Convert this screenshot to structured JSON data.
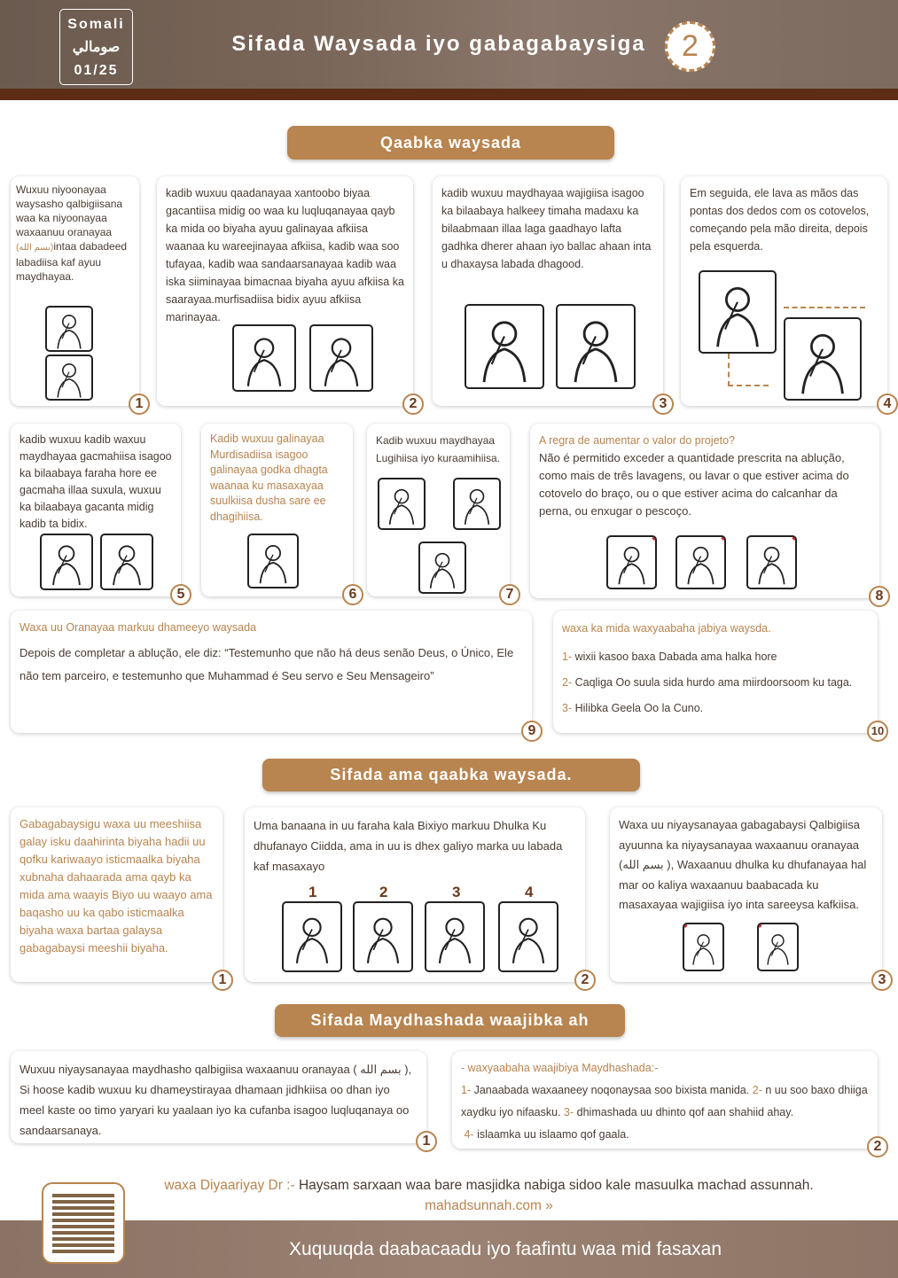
{
  "header": {
    "language_en": "Somali",
    "language_ar": "صومالي",
    "page": "01/25",
    "title": "Sifada Waysada iyo gabagabaysiga",
    "part": "2"
  },
  "sections": [
    {
      "title": "Qaabka waysada",
      "cards": [
        {
          "n": "1",
          "text_before": "Wuxuu niyoonayaa waysasho qalbigiisana waa ka niyoonayaa waxaanuu oranayaa ",
          "arabic": "(بسم الله)",
          "text_after": "intaa dabadeed labadiisa kaf ayuu maydhayaa."
        },
        {
          "n": "2",
          "text": "kadib wuxuu qaadanayaa xantoobo biyaa gacantiisa midig oo waa ku luqluqanayaa qayb ka mida oo biyaha ayuu galinayaa afkiisa waanaa ku wareejinayaa afkiisa, kadib waa soo tufayaa, kadib waa sandaarsanayaa kadib waa iska siiminayaa bimacnaa biyaha ayuu afkiisa ka saarayaa.murfisadiisa bidix ayuu afkiisa marinayaa."
        },
        {
          "n": "3",
          "text": "kadib wuxuu maydhayaa wajigiisa isagoo ka bilaabaya halkeey timaha madaxu ka bilaabmaan illaa laga gaadhayo lafta gadhka dherer ahaan iyo ballac ahaan inta u dhaxaysa labada dhagood."
        },
        {
          "n": "4",
          "text": "Em seguida, ele lava as mãos das pontas dos dedos com os cotovelos, começando pela mão direita, depois pela esquerda."
        },
        {
          "n": "5",
          "text": "kadib wuxuu kadib waxuu maydhayaa gacmahiisa isagoo ka bilaabaya faraha hore ee gacmaha illaa suxula, wuxuu ka bilaabaya gacanta midig kadib ta bidix."
        },
        {
          "n": "6",
          "text": "Kadib wuxuu galinayaa Murdisadiisa isagoo galinayaa godka dhagta waanaa ku masaxayaa suulkiisa dusha sare ee dhagihiisa."
        },
        {
          "n": "7",
          "text": "Kadib wuxuu maydhayaa Lugihiisa iyo kuraamihiisa."
        },
        {
          "n": "8",
          "title": "A regra de aumentar o valor do projeto?",
          "text": "Não é permitido exceder a quantidade prescrita na ablução, como mais de três lavagens, ou lavar o que estiver acima do cotovelo do braço, ou o que estiver acima do calcanhar da perna, ou enxugar o pescoço."
        },
        {
          "n": "9",
          "title": "Waxa uu Oranayaa markuu dhameeyo waysada",
          "text": "Depois de completar a ablução, ele diz: “Testemunho que não há deus senão Deus, o Único, Ele não tem parceiro, e testemunho que Muhammad é Seu servo e Seu Mensageiro”"
        },
        {
          "n": "10",
          "title": "waxa ka mida waxyaabaha jabiya waysda.",
          "items": [
            {
              "k": "1-",
              "v": " wixii kasoo baxa Dabada ama halka hore"
            },
            {
              "k": "2-",
              "v": "Caqliga Oo suula sida hurdo ama miirdoorsoom ku taga."
            },
            {
              "k": "3-",
              "v": "Hilibka Geela Oo la Cuno."
            }
          ]
        }
      ]
    },
    {
      "title": "Sifada ama qaabka waysada.",
      "cards": [
        {
          "n": "1",
          "text": "Gabagabaysigu waxa uu meeshiisa galay isku daahirinta biyaha hadii uu qofku kariwaayo isticmaalka biyaha xubnaha dahaarada ama qayb ka mida ama waayis Biyo uu waayo ama baqasho uu ka qabo isticmaalka biyaha waxa bartaa galaysa gabagabaysi meeshii biyaha."
        },
        {
          "n": "2",
          "text": "Uma banaana in uu faraha kala Bixiyo markuu Dhulka Ku dhufanayo Ciidda, ama in uu is dhex galiyo marka uu labada kaf masaxayo",
          "steps": [
            "1",
            "2",
            "3",
            "4"
          ]
        },
        {
          "n": "3",
          "text_before": "Waxa uu niyaysanayaa gabagabaysi Qalbigiisa ayuunna ka niyaysanayaa waxaanuu oranayaa ",
          "arabic": "(بسم الله )",
          "text_after": ", Waxaanuu dhulka ku dhufanayaa hal mar oo kaliya waxaanuu baabacada ku masaxayaa wajigiisa iyo inta sareeysa kafkiisa."
        }
      ]
    },
    {
      "title": "Sifada Maydhashada waajibka ah",
      "cards": [
        {
          "n": "1",
          "text_before": "Wuxuu niyaysanayaa maydhasho qalbigiisa waxaanuu oranayaa ",
          "arabic": "( بسم الله )",
          "text_after": ", Si hoose kadib wuxuu ku dhameystirayaa dhamaan jidhkiisa oo dhan iyo meel kaste oo timo yaryari ku yaalaan  iyo ka cufanba isagoo luqluqanaya oo sandaarsanaya."
        },
        {
          "n": "2",
          "title": "-  waxyaabaha waajibiya Maydhashada:-",
          "items": [
            {
              "k": "1-",
              "v": " Janaabada waxaaneey noqonaysaa soo bixista manida. "
            },
            {
              "k": "2-",
              "v": " n uu soo baxo dhiiga xaydku iyo nifaasku. "
            },
            {
              "k": "3-",
              "v": " dhimashada uu dhinto qof aan shahiid ahay."
            },
            {
              "k": "4-",
              "v": " islaamka uu islaamo qof gaala."
            }
          ]
        }
      ]
    }
  ],
  "footer": {
    "credit_label": "waxa Diyaariyay Dr :- ",
    "credit_text": "Haysam sarxaan waa bare masjidka nabiga sidoo kale masuulka machad assunnah.",
    "link": "mahadsunnah.com »",
    "copyright": "Xuquuqda daabacaadu iyo faafintu waa mid fasaxan"
  },
  "colors": {
    "accent": "#b8844f",
    "header_bar": "#5c2d14",
    "text": "#4a3b33"
  }
}
